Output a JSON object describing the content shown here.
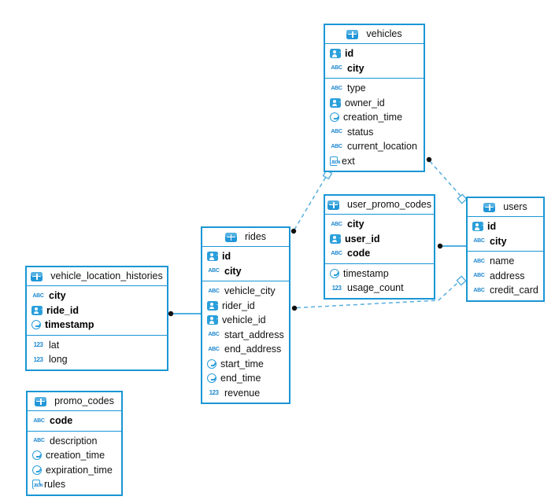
{
  "diagram": {
    "colors": {
      "table_border": "#1a96d5",
      "icon_blue": "#2b9fdb",
      "dashed_relation": "#56aede",
      "solid_relation": "#1a96d5",
      "endpoint_dot": "#111111",
      "text": "#111111",
      "background": "#ffffff"
    },
    "tables": [
      {
        "title": "vehicles",
        "primary_keys": [
          {
            "name": "id",
            "icon": "id-card-icon"
          },
          {
            "name": "city",
            "icon": "abc-icon"
          }
        ],
        "columns": [
          {
            "name": "type",
            "icon": "abc-icon"
          },
          {
            "name": "owner_id",
            "icon": "id-card-icon"
          },
          {
            "name": "creation_time",
            "icon": "clock-icon"
          },
          {
            "name": "status",
            "icon": "abc-icon"
          },
          {
            "name": "current_location",
            "icon": "abc-icon"
          },
          {
            "name": "ext",
            "icon": "json-icon"
          }
        ]
      },
      {
        "title": "user_promo_codes",
        "primary_keys": [
          {
            "name": "city",
            "icon": "abc-icon"
          },
          {
            "name": "user_id",
            "icon": "id-card-icon"
          },
          {
            "name": "code",
            "icon": "abc-icon"
          }
        ],
        "columns": [
          {
            "name": "timestamp",
            "icon": "clock-icon"
          },
          {
            "name": "usage_count",
            "icon": "number-icon"
          }
        ]
      },
      {
        "title": "users",
        "primary_keys": [
          {
            "name": "id",
            "icon": "id-card-icon"
          },
          {
            "name": "city",
            "icon": "abc-icon"
          }
        ],
        "columns": [
          {
            "name": "name",
            "icon": "abc-icon"
          },
          {
            "name": "address",
            "icon": "abc-icon"
          },
          {
            "name": "credit_card",
            "icon": "abc-icon"
          }
        ]
      },
      {
        "title": "rides",
        "primary_keys": [
          {
            "name": "id",
            "icon": "id-card-icon"
          },
          {
            "name": "city",
            "icon": "abc-icon"
          }
        ],
        "columns": [
          {
            "name": "vehicle_city",
            "icon": "abc-icon"
          },
          {
            "name": "rider_id",
            "icon": "id-card-icon"
          },
          {
            "name": "vehicle_id",
            "icon": "id-card-icon"
          },
          {
            "name": "start_address",
            "icon": "abc-icon"
          },
          {
            "name": "end_address",
            "icon": "abc-icon"
          },
          {
            "name": "start_time",
            "icon": "clock-icon"
          },
          {
            "name": "end_time",
            "icon": "clock-icon"
          },
          {
            "name": "revenue",
            "icon": "number-icon"
          }
        ]
      },
      {
        "title": "vehicle_location_histories",
        "primary_keys": [
          {
            "name": "city",
            "icon": "abc-icon"
          },
          {
            "name": "ride_id",
            "icon": "id-card-icon"
          },
          {
            "name": "timestamp",
            "icon": "clock-icon"
          }
        ],
        "columns": [
          {
            "name": "lat",
            "icon": "number-icon"
          },
          {
            "name": "long",
            "icon": "number-icon"
          }
        ]
      },
      {
        "title": "promo_codes",
        "primary_keys": [
          {
            "name": "code",
            "icon": "abc-icon"
          }
        ],
        "columns": [
          {
            "name": "description",
            "icon": "abc-icon"
          },
          {
            "name": "creation_time",
            "icon": "clock-icon"
          },
          {
            "name": "expiration_time",
            "icon": "clock-icon"
          },
          {
            "name": "rules",
            "icon": "json-icon"
          }
        ]
      }
    ],
    "relationships": [
      {
        "from": "rides",
        "to": "vehicles",
        "style": "dashed",
        "from_end": "dot",
        "to_end": "diamond"
      },
      {
        "from": "vehicles",
        "to": "users",
        "style": "dashed",
        "from_end": "dot",
        "to_end": "diamond"
      },
      {
        "from": "user_promo_codes",
        "to": "users",
        "style": "solid",
        "from_end": "dot",
        "to_end": "plain"
      },
      {
        "from": "rides",
        "to": "users",
        "style": "dashed",
        "from_end": "dot",
        "to_end": "diamond"
      },
      {
        "from": "vehicle_location_histories",
        "to": "rides",
        "style": "solid",
        "from_end": "dot",
        "to_end": "plain"
      }
    ]
  }
}
